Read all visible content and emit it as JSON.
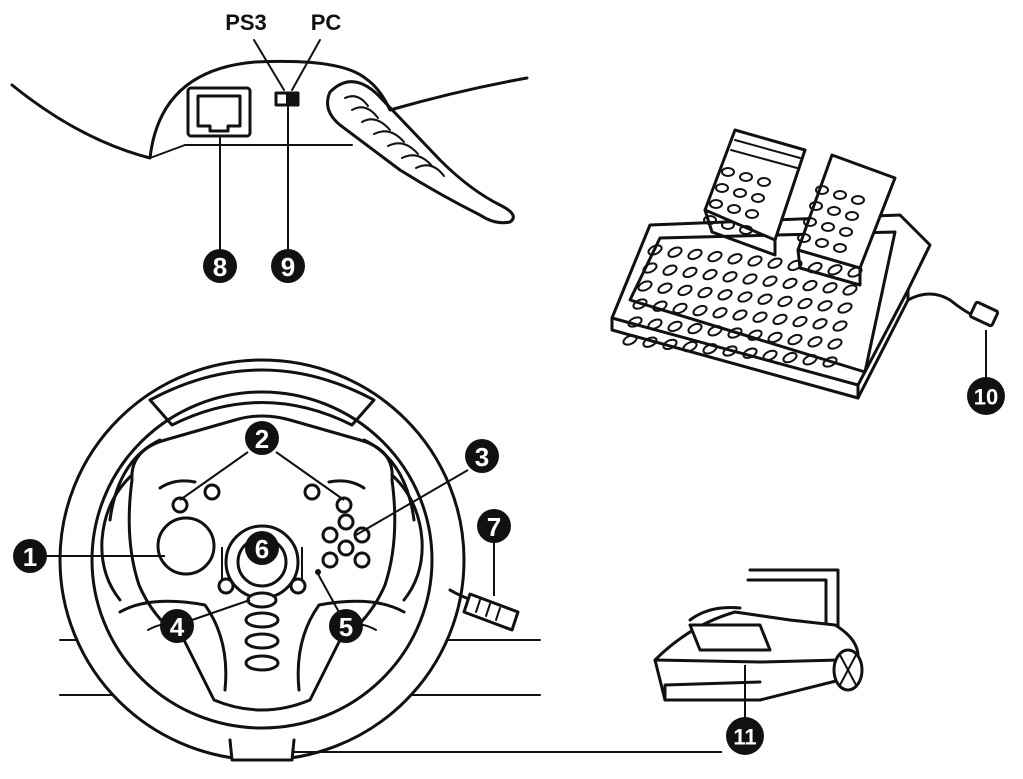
{
  "switch_labels": {
    "ps3": "PS3",
    "pc": "PC"
  },
  "callouts": [
    {
      "id": "1",
      "label": "1"
    },
    {
      "id": "2",
      "label": "2"
    },
    {
      "id": "3",
      "label": "3"
    },
    {
      "id": "4",
      "label": "4"
    },
    {
      "id": "5",
      "label": "5"
    },
    {
      "id": "6",
      "label": "6"
    },
    {
      "id": "7",
      "label": "7"
    },
    {
      "id": "8",
      "label": "8"
    },
    {
      "id": "9",
      "label": "9"
    },
    {
      "id": "10",
      "label": "10"
    },
    {
      "id": "11",
      "label": "11"
    }
  ],
  "colors": {
    "ink": "#111111",
    "paper": "#ffffff",
    "shade": "#d9d9d9"
  }
}
